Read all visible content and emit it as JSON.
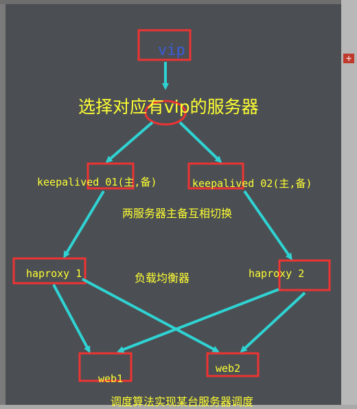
{
  "diagram": {
    "vip": "vip",
    "choose_server": "选择对应有vip的服务器",
    "keepalived_1": "keepalived 01(主,备)",
    "keepalived_2": "keepalived 02(主,备)",
    "switch_note": "两服务器主备互相切换",
    "haproxy_1": "haproxy 1",
    "haproxy_2": "haproxy 2",
    "load_balance": "负载均衡器",
    "web_1": "web1",
    "web_2": "web2",
    "schedule_note": "调度算法实现某台服务器调度",
    "colors": {
      "background": "#4b4f53",
      "box_red": "#ee3333",
      "arrow_cyan": "#2fd3d3",
      "text_yellow": "#ffff33",
      "vip_blue": "#3d5bd9"
    }
  }
}
